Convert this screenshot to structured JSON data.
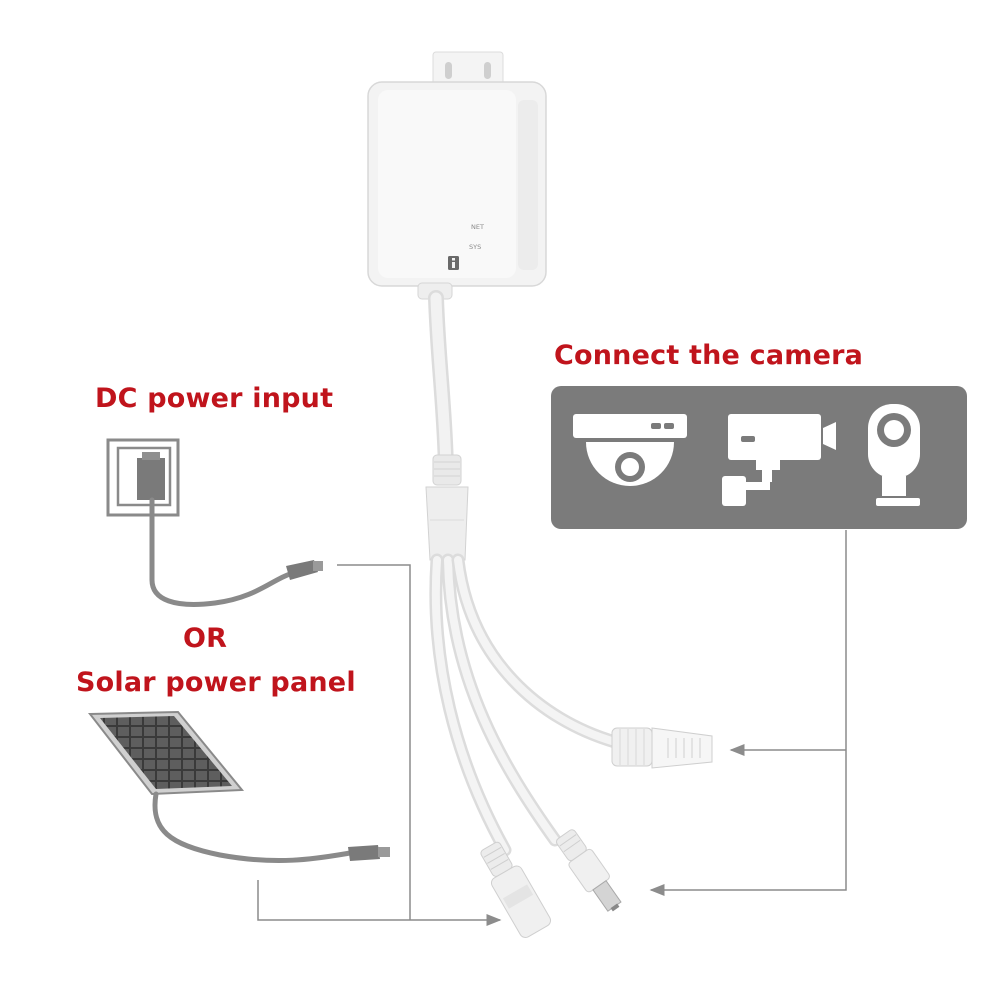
{
  "labels": {
    "dc_power": "DC power input",
    "or": "OR",
    "solar": "Solar power panel",
    "connect": "Connect the camera"
  },
  "device": {
    "led_net": "NET",
    "led_sys": "SYS"
  },
  "icons": [
    "dome-camera-icon",
    "bullet-camera-icon",
    "home-camera-icon"
  ],
  "colors": {
    "accent_red": "#c0141c",
    "camera_panel": "#7b7b7b",
    "cable_gray": "#8a8a8a",
    "connector_line": "#8c8c8c"
  }
}
